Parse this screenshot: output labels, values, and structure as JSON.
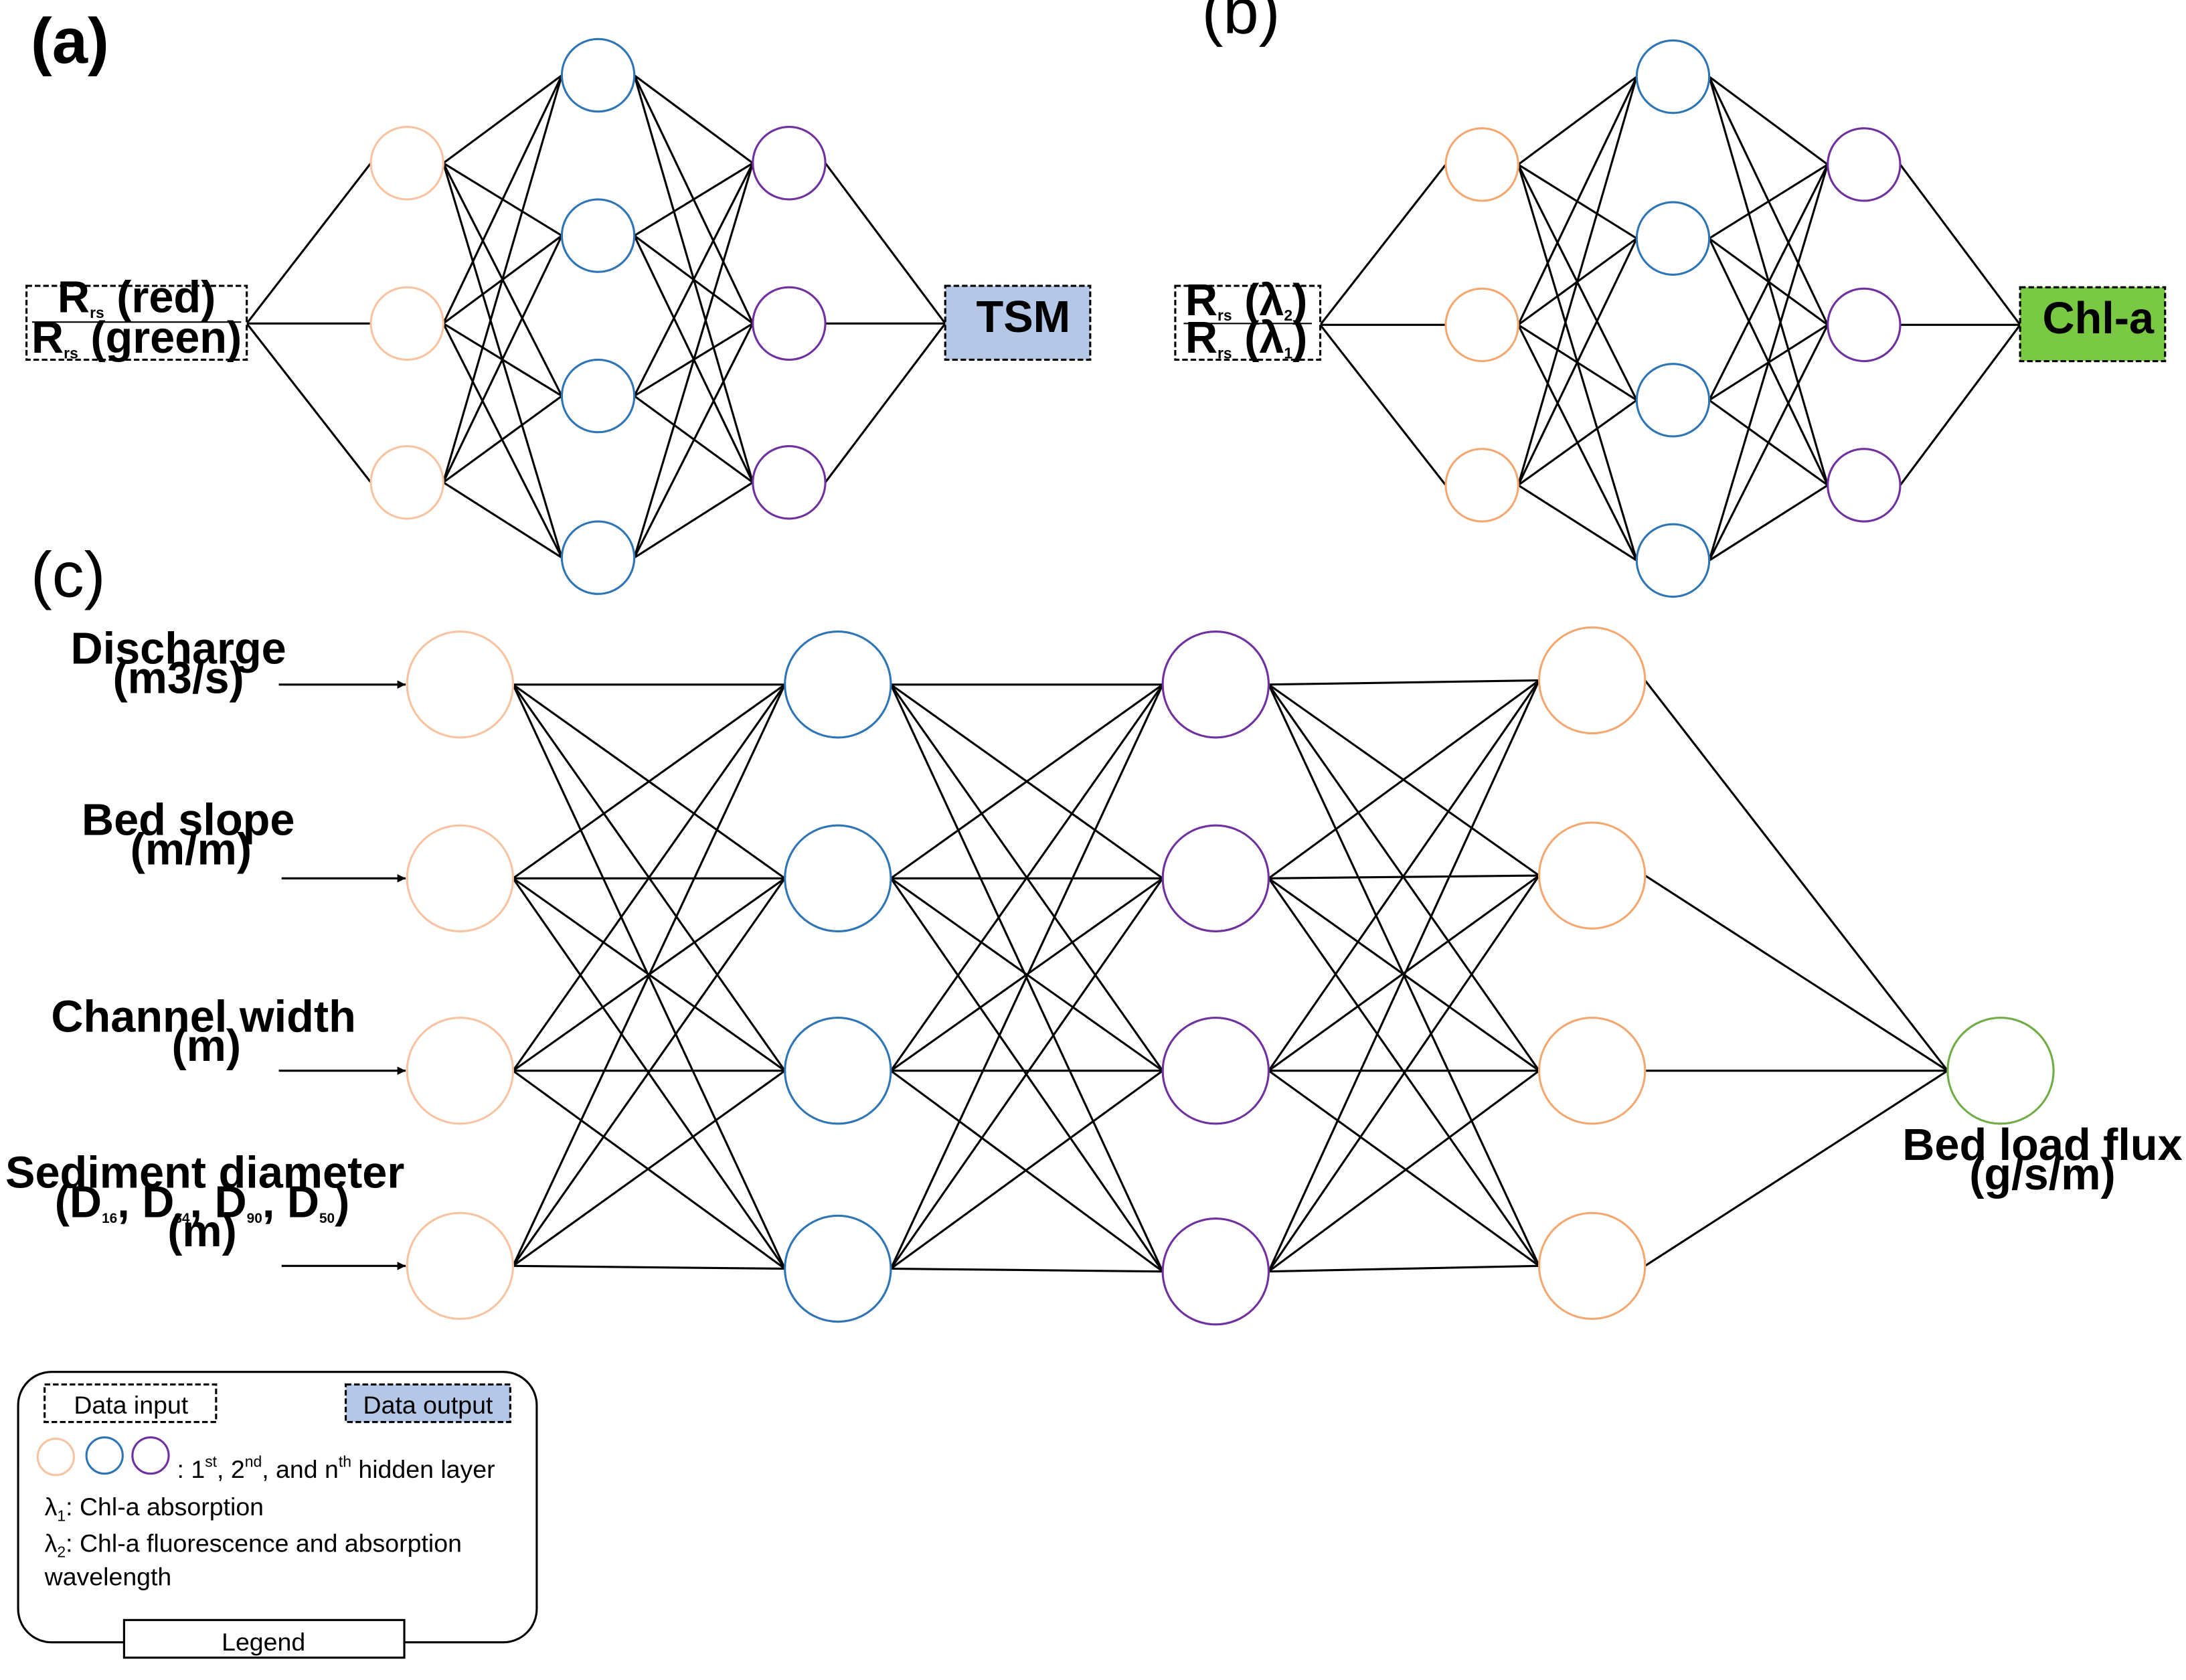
{
  "colors": {
    "layer1": "#F7C3A1",
    "layer1_c": "#F4A871",
    "layer2": "#2E75B6",
    "layer3": "#7030A0",
    "output_b": "#70AD47",
    "tsm_fill": "#B4C7E7",
    "chla_fill": "#7AC943"
  },
  "panel_a": {
    "label": "(a)",
    "input": {
      "num_main": "R",
      "num_sub": "rs",
      "num_tail": " (red)",
      "den_main": "R",
      "den_sub": "rs",
      "den_tail": " (green)"
    },
    "output": "TSM"
  },
  "panel_b": {
    "label": "(b)",
    "input": {
      "num_main": "R",
      "num_sub": "rs",
      "num_mid": " (λ",
      "num_sub2": "2",
      "num_tail": ")",
      "den_main": "R",
      "den_sub": "rs",
      "den_mid": " (λ",
      "den_sub2": "1",
      "den_tail": ")"
    },
    "output": "Chl-a"
  },
  "panel_c": {
    "label": "(c)",
    "inputs": [
      {
        "line1": "Discharge",
        "line2": "(m3/s)"
      },
      {
        "line1": "Bed slope",
        "line2": "(m/m)"
      },
      {
        "line1": "Channel width",
        "line2": "(m)"
      },
      {
        "line1": "Sediment diameter",
        "line3": "(m)",
        "d": [
          "D",
          "16",
          ", D",
          "84",
          ", D",
          "90",
          ", D",
          "50"
        ]
      }
    ],
    "output": {
      "line1": "Bed load flux",
      "line2": "(g/s/m)"
    }
  },
  "legend": {
    "title": "Legend",
    "data_input": "Data input",
    "data_output": "Data output",
    "hidden_layers": {
      "prefix": ": 1",
      "sup1": "st",
      "mid1": ", 2",
      "sup2": "nd",
      "mid2": ", and n",
      "sup3": "th",
      "suffix": " hidden layer"
    },
    "lambda1": {
      "sym": "λ",
      "sub": "1",
      "text": ": Chl-a absorption"
    },
    "lambda2": {
      "sym": "λ",
      "sub": "2",
      "text": ": Chl-a fluorescence and absorption",
      "line2": "wavelength"
    }
  }
}
